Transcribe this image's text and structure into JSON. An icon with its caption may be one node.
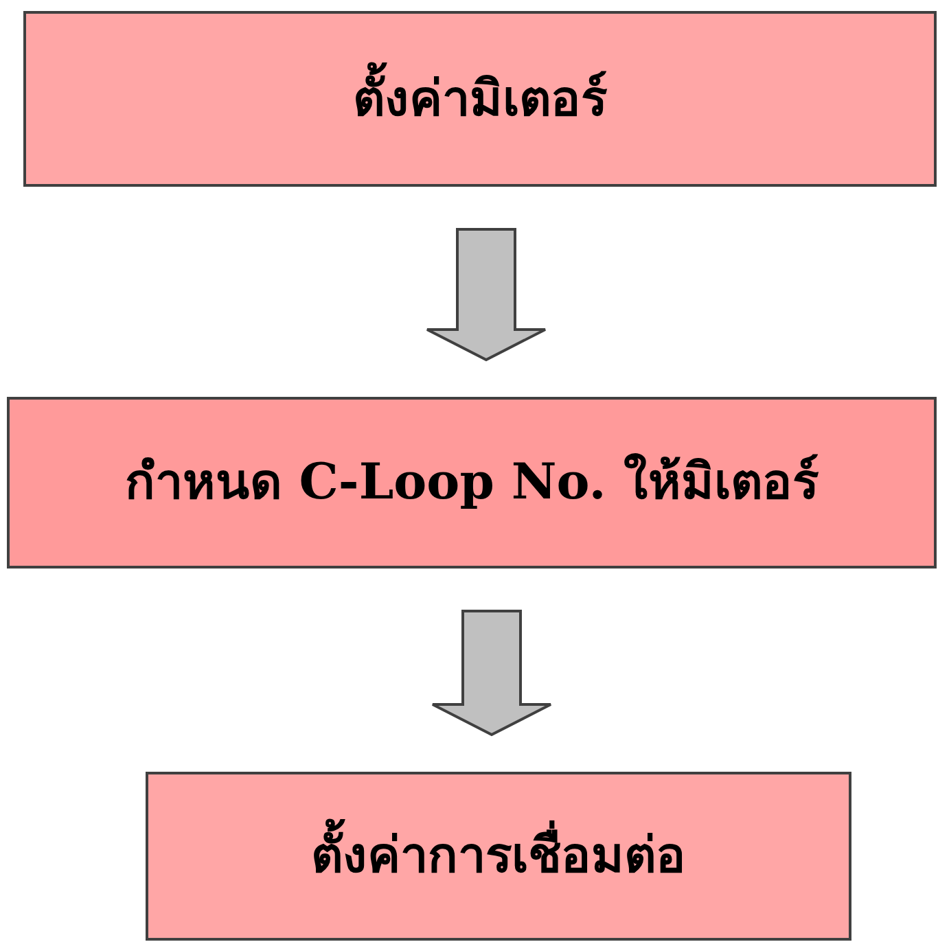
{
  "diagram": {
    "nodes": [
      {
        "text": [
          "ตั้งค่ามิเตอร์"
        ]
      },
      {
        "text": [
          "กำหนด C-Loop No. ให้มิเตอร์"
        ]
      },
      {
        "text": [
          "ตั้งค่าการเชื่อมต่อ"
        ]
      }
    ],
    "edges": [
      {
        "from": 0,
        "to": 1,
        "arrow": "to"
      },
      {
        "from": 1,
        "to": 2,
        "arrow": "to"
      }
    ]
  }
}
